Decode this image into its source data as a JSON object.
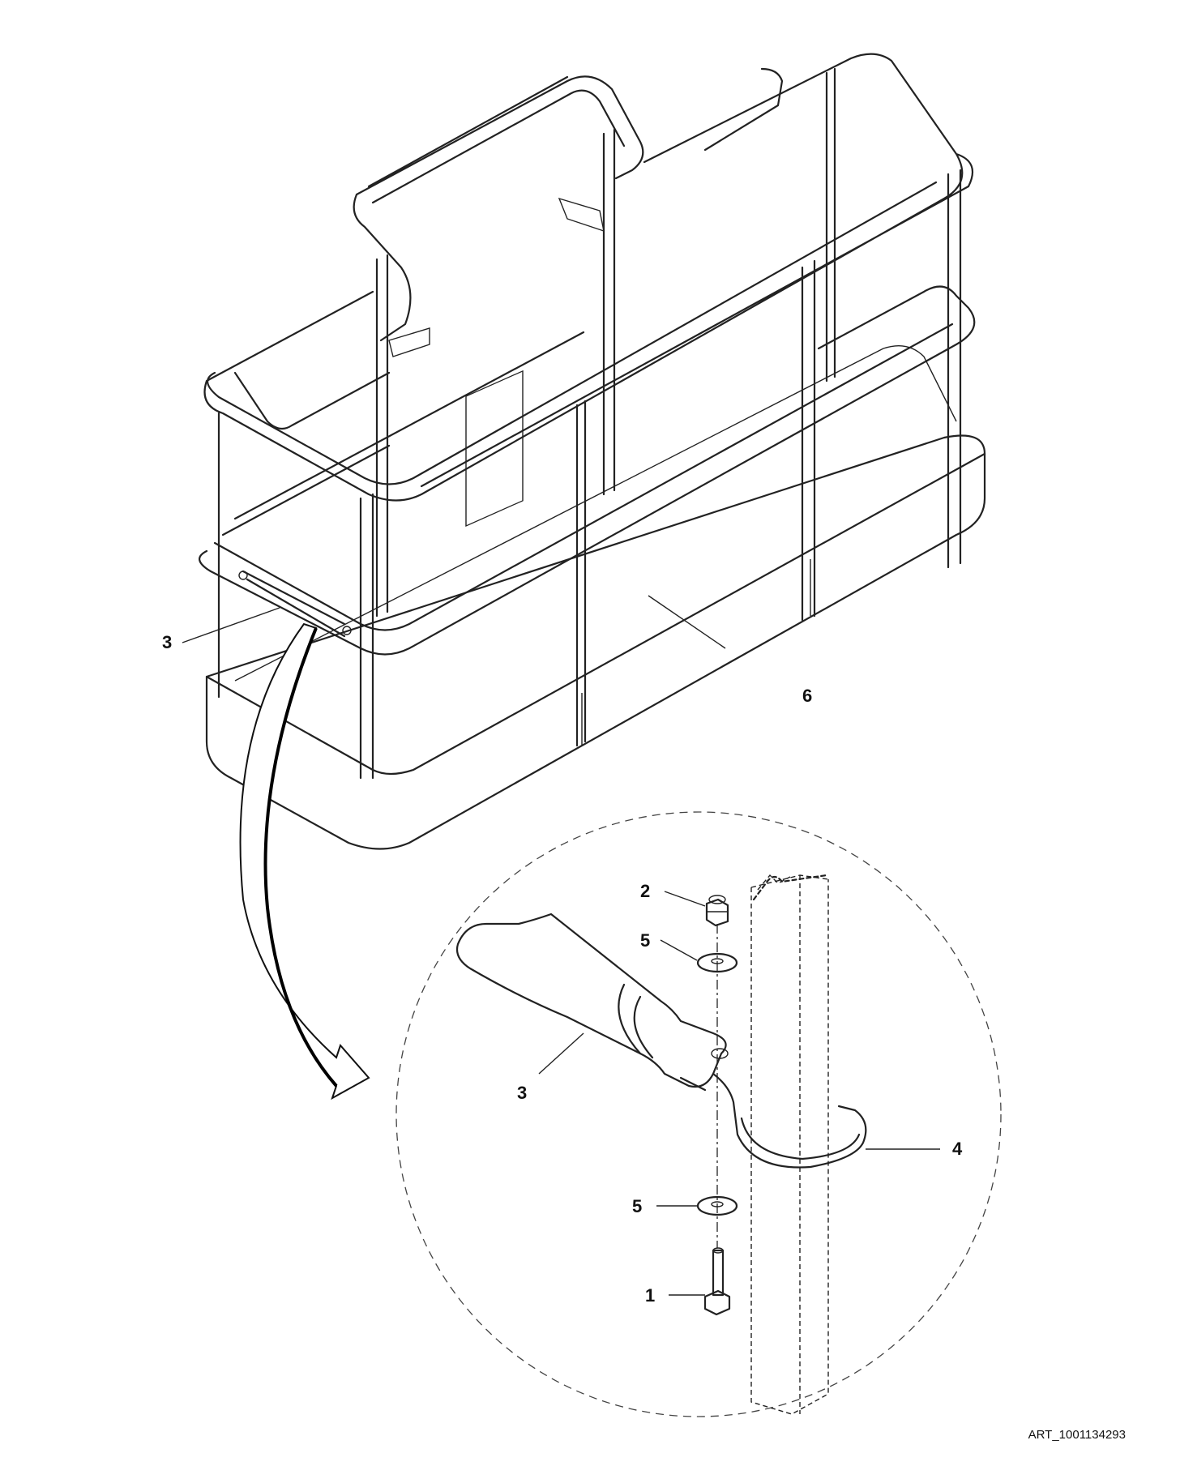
{
  "diagram": {
    "callouts": {
      "c1": "1",
      "c2": "2",
      "c3_main": "3",
      "c3_detail": "3",
      "c4": "4",
      "c5_upper": "5",
      "c5_lower": "5",
      "c6": "6"
    },
    "art_id": "ART_1001134293"
  }
}
